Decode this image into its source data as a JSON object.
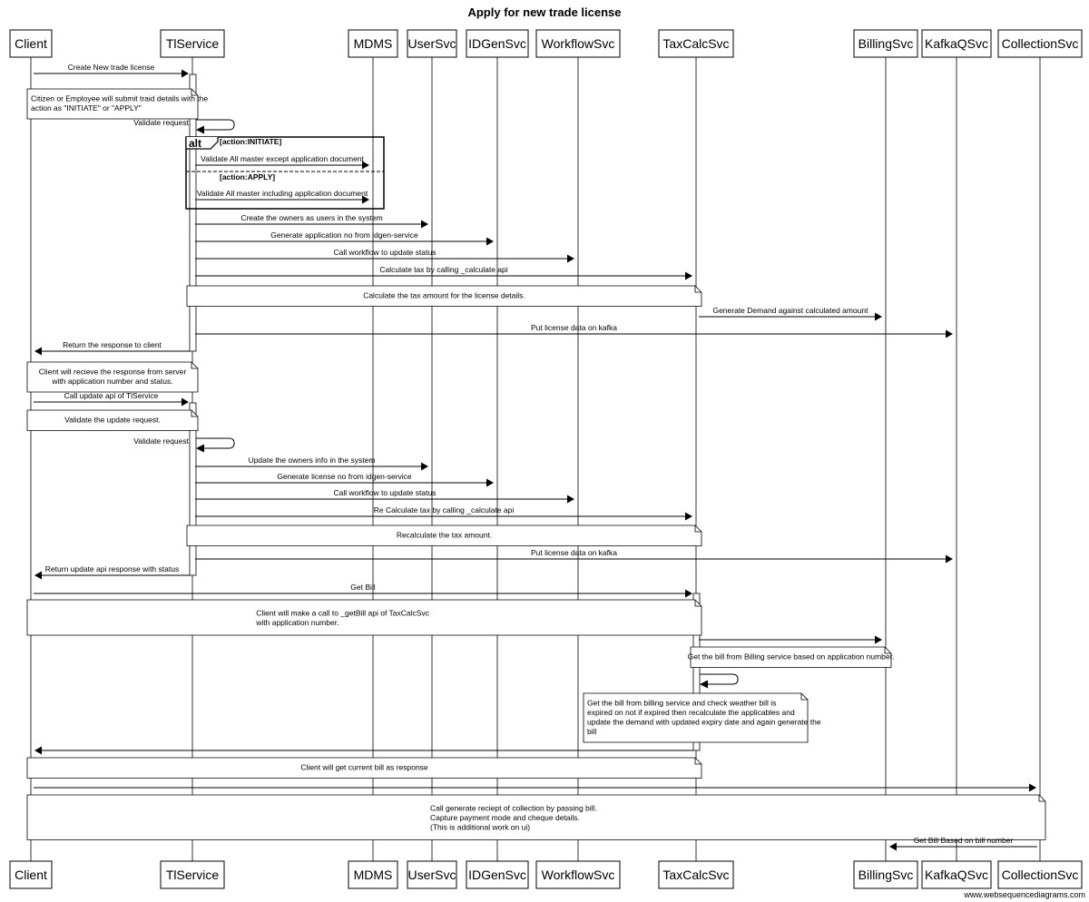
{
  "title": "Apply for new trade license",
  "credit": "www.websequencediagrams.com",
  "participants": [
    "Client",
    "TlService",
    "MDMS",
    "UserSvc",
    "IDGenSvc",
    "WorkflowSvc",
    "TaxCalcSvc",
    "BillingSvc",
    "KafkaQSvc",
    "CollectionSvc"
  ],
  "steps": [
    {
      "kind": "msg",
      "from": "Client",
      "to": "TlService",
      "label": "Create New trade license"
    },
    {
      "kind": "note",
      "from": "Client",
      "to": "TlService",
      "align": "left",
      "lines": [
        "Citizen or Employee will submit traid details with the",
        "action as \"INITIATE\" or \"APPLY\""
      ]
    },
    {
      "kind": "self",
      "at": "TlService",
      "label": "Validate request"
    },
    {
      "kind": "alt_start",
      "label": "alt",
      "guard": "[action:INITIATE]"
    },
    {
      "kind": "msg",
      "from": "TlService",
      "to": "MDMS",
      "label": "Validate All master except application document"
    },
    {
      "kind": "alt_else",
      "guard": "[action:APPLY]"
    },
    {
      "kind": "msg",
      "from": "TlService",
      "to": "MDMS",
      "label": "Validate All master including application document"
    },
    {
      "kind": "alt_end"
    },
    {
      "kind": "msg",
      "from": "TlService",
      "to": "UserSvc",
      "label": "Create the owners as users in the system"
    },
    {
      "kind": "msg",
      "from": "TlService",
      "to": "IDGenSvc",
      "label": "Generate application no from idgen-service"
    },
    {
      "kind": "msg",
      "from": "TlService",
      "to": "WorkflowSvc",
      "label": "Call workflow to update status"
    },
    {
      "kind": "msg",
      "from": "TlService",
      "to": "TaxCalcSvc",
      "label": "Calculate tax by calling _calculate api"
    },
    {
      "kind": "note",
      "from": "TlService",
      "to": "TaxCalcSvc",
      "align": "center",
      "lines": [
        "Calculate the tax amount for the license details."
      ]
    },
    {
      "kind": "msg",
      "from": "TaxCalcSvc",
      "to": "BillingSvc",
      "label": "Generate Demand against calculated amount"
    },
    {
      "kind": "msg",
      "from": "TlService",
      "to": "KafkaQSvc",
      "label": "Put license data on kafka"
    },
    {
      "kind": "msg",
      "from": "TlService",
      "to": "Client",
      "label": "Return the response to client"
    },
    {
      "kind": "note",
      "from": "Client",
      "to": "TlService",
      "align": "center",
      "lines": [
        "Client will recieve the response from server",
        "with application number and status."
      ]
    },
    {
      "kind": "msg",
      "from": "Client",
      "to": "TlService",
      "label": "Call update api of TlService"
    },
    {
      "kind": "note",
      "from": "Client",
      "to": "TlService",
      "align": "center",
      "lines": [
        "Validate the update request."
      ]
    },
    {
      "kind": "self",
      "at": "TlService",
      "label": "Validate request"
    },
    {
      "kind": "msg",
      "from": "TlService",
      "to": "UserSvc",
      "label": "Update the owners info in the system"
    },
    {
      "kind": "msg",
      "from": "TlService",
      "to": "IDGenSvc",
      "label": "Generate license no from idgen-service"
    },
    {
      "kind": "msg",
      "from": "TlService",
      "to": "WorkflowSvc",
      "label": "Call workflow to update status"
    },
    {
      "kind": "msg",
      "from": "TlService",
      "to": "TaxCalcSvc",
      "label": "Re Calculate tax by calling _calculate api"
    },
    {
      "kind": "note",
      "from": "TlService",
      "to": "TaxCalcSvc",
      "align": "center",
      "lines": [
        "Recalculate the tax amount."
      ]
    },
    {
      "kind": "msg",
      "from": "TlService",
      "to": "KafkaQSvc",
      "label": "Put license data on kafka"
    },
    {
      "kind": "msg",
      "from": "TlService",
      "to": "Client",
      "label": "Return update api response with status"
    },
    {
      "kind": "msg",
      "from": "Client",
      "to": "TaxCalcSvc",
      "label": "Get Bill"
    },
    {
      "kind": "note",
      "from": "Client",
      "to": "TaxCalcSvc",
      "align": "block",
      "lines": [
        "Client will make a call to _getBill api of TaxCalcSvc",
        "with application number."
      ]
    },
    {
      "kind": "msg",
      "from": "TaxCalcSvc",
      "to": "BillingSvc",
      "label": ""
    },
    {
      "kind": "note",
      "from": "TaxCalcSvc",
      "to": "BillingSvc",
      "align": "center",
      "lines": [
        "Get the bill from Billing service based on application number."
      ]
    },
    {
      "kind": "self",
      "at": "TaxCalcSvc",
      "label": ""
    },
    {
      "kind": "note",
      "from": "WorkflowSvc",
      "to": "TaxCalcSvc",
      "align": "left",
      "lines": [
        "Get the bill from billing service and check weather bill is",
        "expired on not if expired then recalculate the applicables and",
        "update the demand with updated expiry date and again generate the",
        "bill"
      ]
    },
    {
      "kind": "msg",
      "from": "TaxCalcSvc",
      "to": "Client",
      "label": ""
    },
    {
      "kind": "note",
      "from": "Client",
      "to": "TaxCalcSvc",
      "align": "center",
      "lines": [
        "Client will get current bill as response"
      ]
    },
    {
      "kind": "msg",
      "from": "Client",
      "to": "CollectionSvc",
      "label": ""
    },
    {
      "kind": "note",
      "from": "Client",
      "to": "CollectionSvc",
      "align": "block",
      "lines": [
        "Call generate reciept of collection by passing bill.",
        "Capture payment mode and cheque details.",
        "(This is additional work on ui)"
      ]
    },
    {
      "kind": "msg",
      "from": "CollectionSvc",
      "to": "BillingSvc",
      "label": "Get Bill Based on bill number"
    }
  ]
}
